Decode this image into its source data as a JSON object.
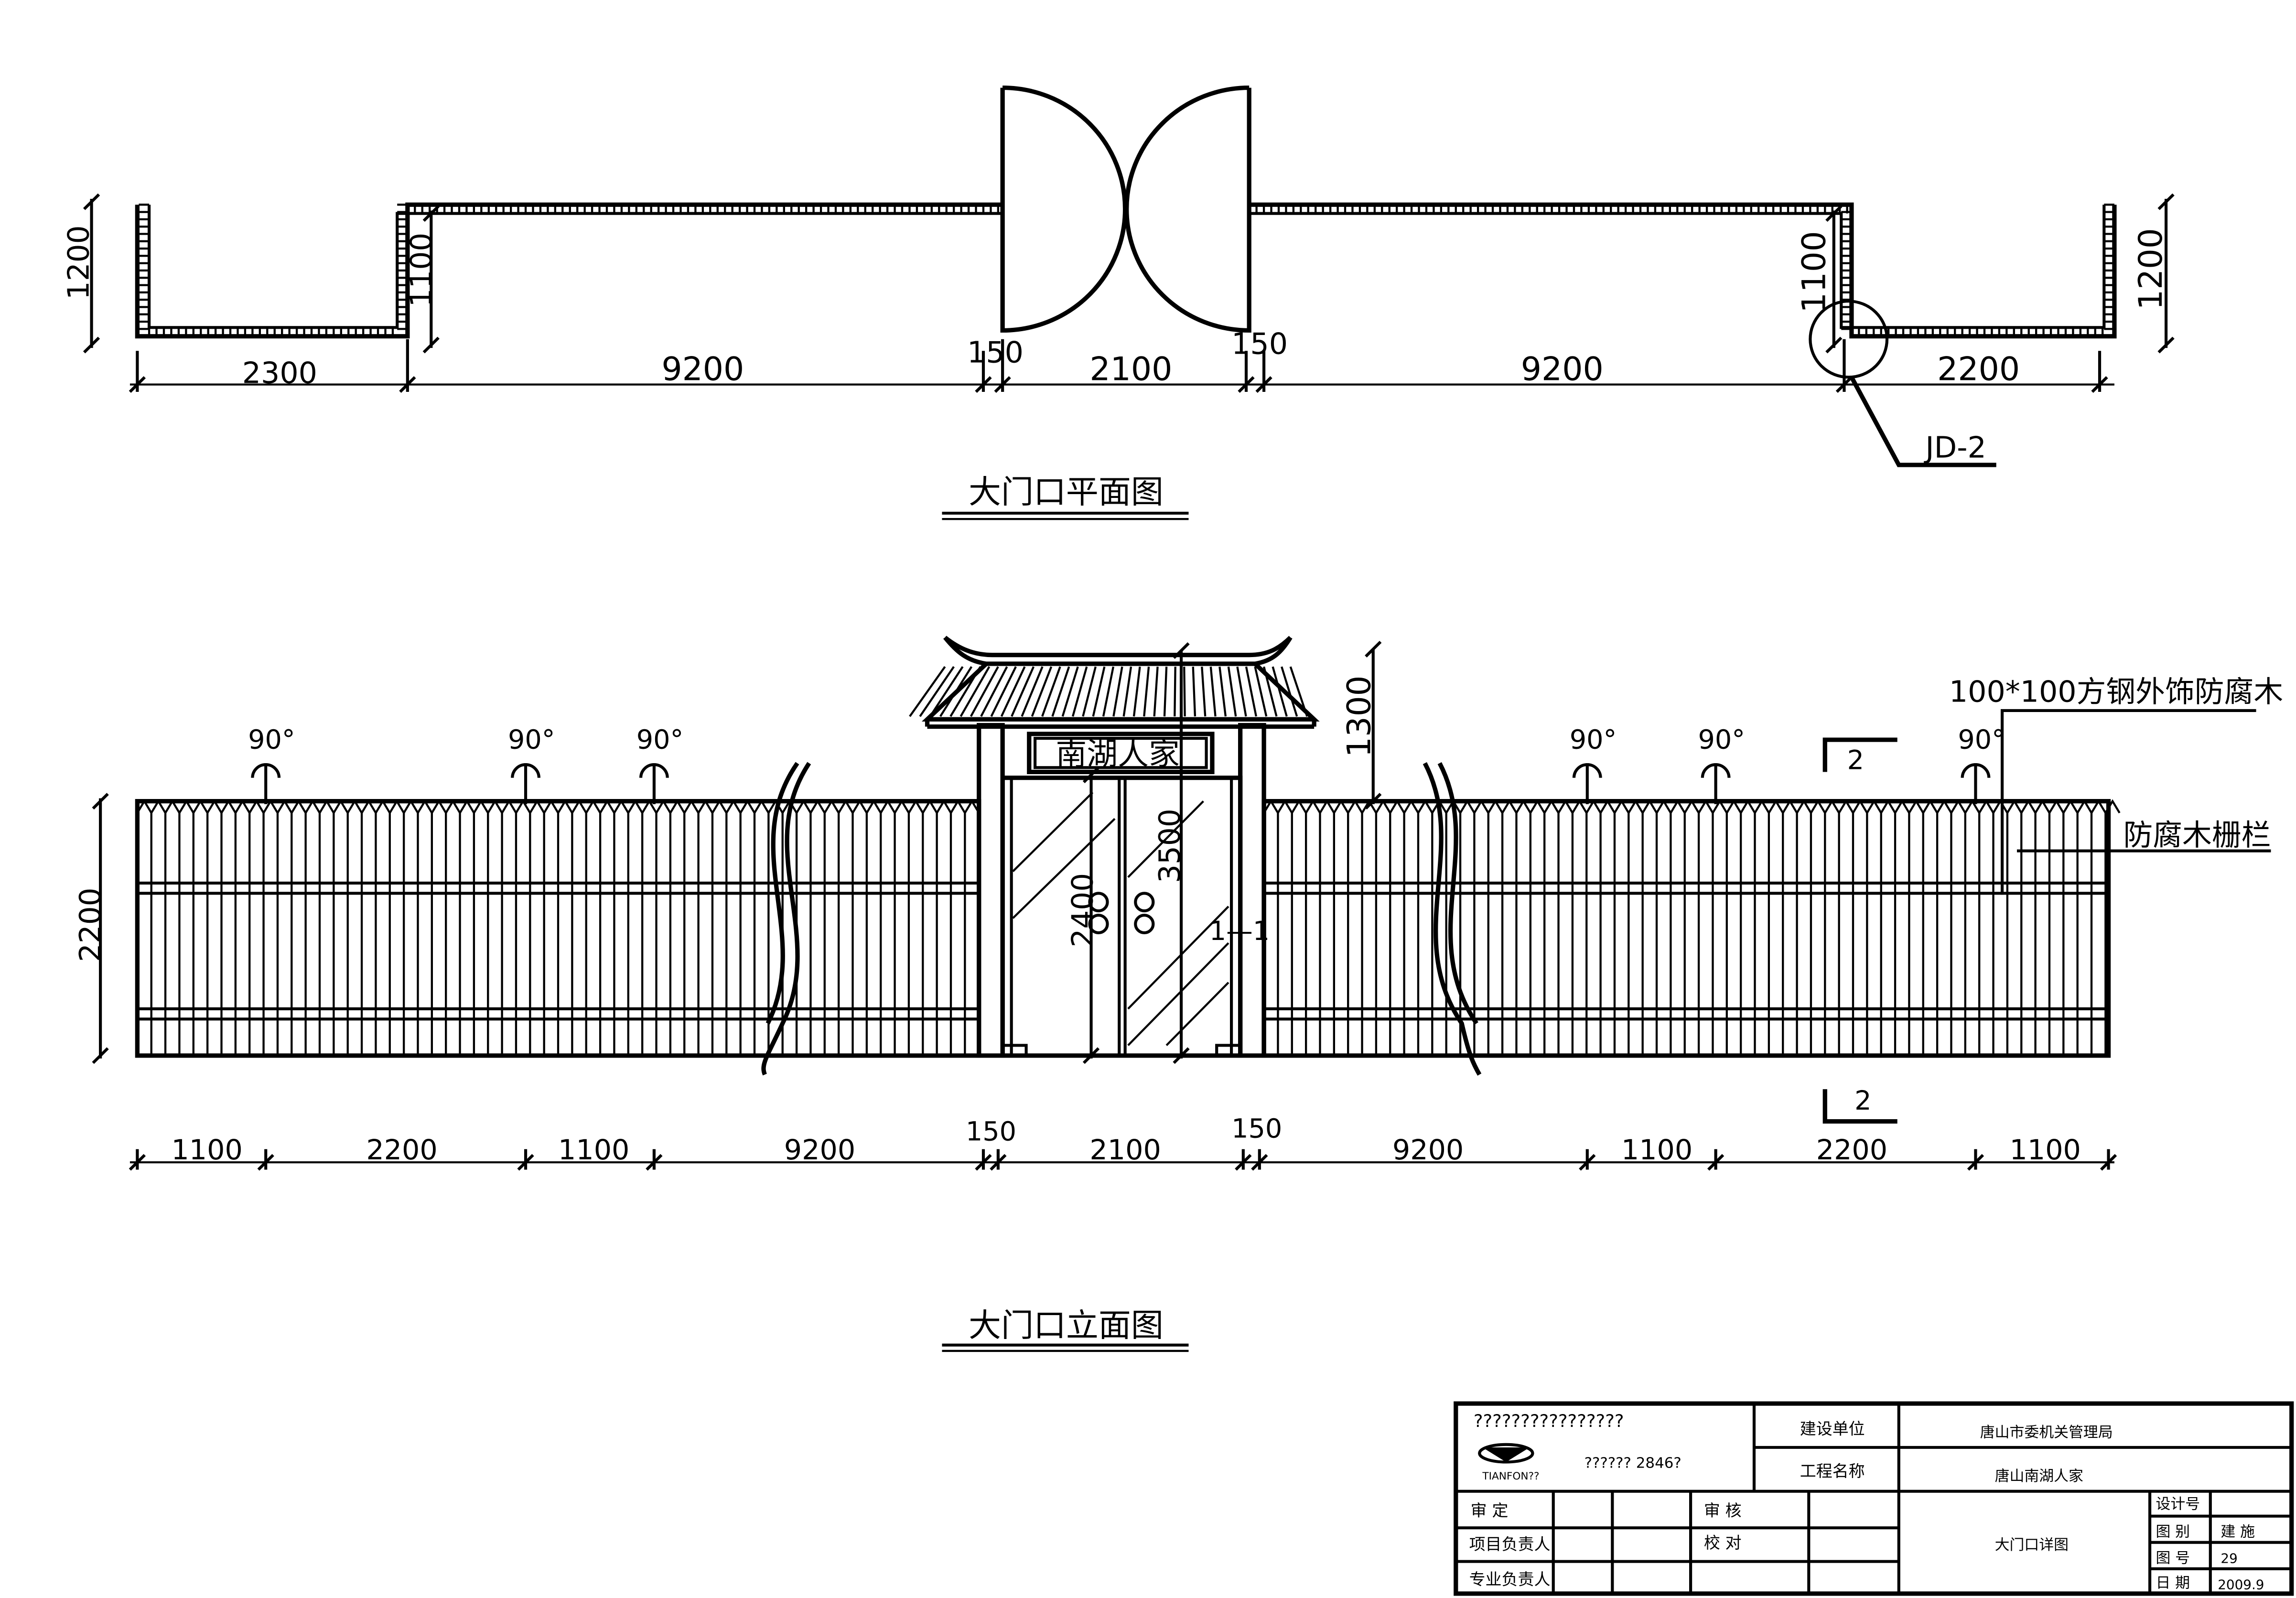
{
  "plan": {
    "title": "大门口平面图",
    "dims": [
      "2300",
      "9200",
      "150",
      "2100",
      "150",
      "9200",
      "2200"
    ],
    "dims_vertical": [
      "1200",
      "1100",
      "1100",
      "1200"
    ],
    "callout": "JD-2"
  },
  "elevation": {
    "title": "大门口立面图",
    "sign": "南湖人家",
    "dims": [
      "1100",
      "2200",
      "1100",
      "9200",
      "150",
      "2100",
      "150",
      "9200",
      "1100",
      "2200",
      "1100"
    ],
    "heights": {
      "wall": "2200",
      "door": "2400",
      "gate_post": "3500",
      "roof": "1300"
    },
    "angle_label": "90°",
    "section_mark": "1—1",
    "section_2_label": "2",
    "annotations": {
      "steel": "100*100方钢外饰防腐木",
      "fence": "防腐木栅栏"
    }
  },
  "title_block": {
    "company": "????????????????",
    "logo_text": "TIANFON??",
    "cert": "??????  2846?",
    "build_unit_label": "建设单位",
    "build_unit": "唐山市委机关管理局",
    "project_label": "工程名称",
    "project": "唐山南湖人家",
    "approve": "审    定",
    "review": "审   核",
    "project_lead": "项目负责人",
    "proofread": "校   对",
    "specialty_lead": "专业负责人",
    "drawing_name": "大门口详图",
    "design_no_label": "设计号",
    "category_label": "图   别",
    "category": "建 施",
    "number_label": "图   号",
    "number": "29",
    "date_label": "日   期",
    "date": "2009.9"
  }
}
